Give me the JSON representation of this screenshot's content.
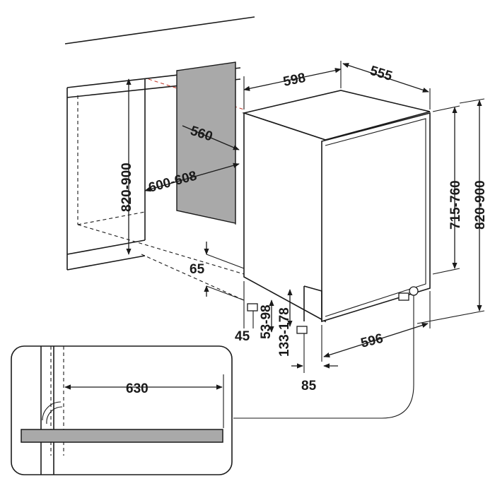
{
  "dimensions": {
    "cabinet_width": "598",
    "cabinet_depth": "555",
    "opening_depth": "560",
    "opening_width": "600-608",
    "niche_height": "820-900",
    "appliance_height": "715-760",
    "overall_height": "820-900",
    "plinth_gap": "65",
    "foot_offset": "45",
    "plinth_height": "53-98",
    "adjust_range": "133-178",
    "door_width": "596",
    "toe_kick": "85",
    "door_swing_clearance": "630"
  },
  "colors": {
    "line": "#1a1a1a",
    "opening_fill": "#a9a9a9",
    "hidden_line_accent": "#c0392b",
    "plinth_fill": "#a9a9a9"
  }
}
